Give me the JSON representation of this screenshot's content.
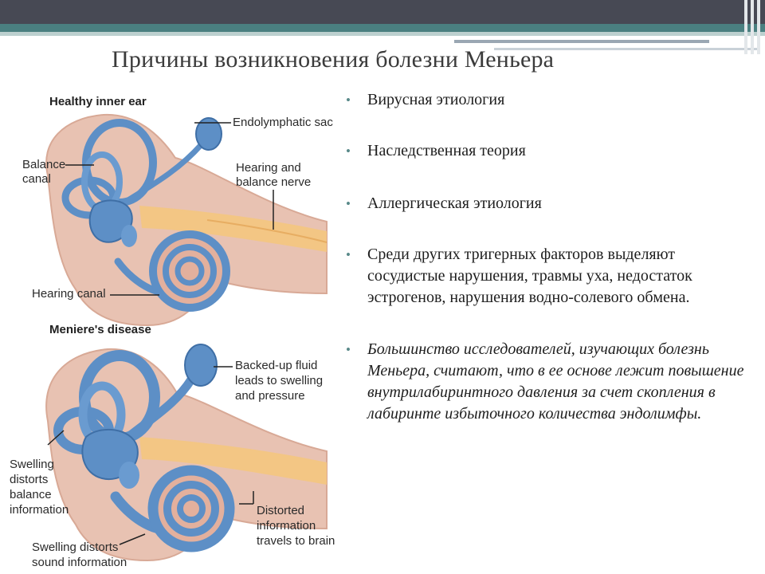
{
  "title": "Причины возникновения болезни Меньера",
  "figure": {
    "healthy_heading": "Healthy inner ear",
    "endolymphatic_sac": "Endolymphatic sac",
    "balance_canal_1": "Balance",
    "balance_canal_2": "canal",
    "nerve_1": "Hearing and",
    "nerve_2": "balance nerve",
    "hearing_canal": "Hearing canal",
    "meniere_heading": "Meniere's disease",
    "backed_up_1": "Backed-up fluid",
    "backed_up_2": "leads to swelling",
    "backed_up_3": "and pressure",
    "swell_bal_1": "Swelling",
    "swell_bal_2": "distorts",
    "swell_bal_3": "balance",
    "swell_bal_4": "information",
    "distorted_1": "Distorted",
    "distorted_2": "information",
    "distorted_3": "travels to brain",
    "swell_sound_1": "Swelling distorts",
    "swell_sound_2": "sound information"
  },
  "bullets": [
    {
      "text": "Вирусная этиология"
    },
    {
      "text": "Наследственная теория"
    },
    {
      "text": "Аллергическая этиология"
    },
    {
      "text": "Среди других тригерных факторов выделяют сосудистые нарушения, травмы уха, недостаток эстрогенов, нарушения водно-солевого обмена."
    },
    {
      "text": "Большинство исследователей, изучающих болезнь Меньера, считают, что в ее основе лежит повышение внутрилабиринтного давления за счет скопления в лабиринте избыточного количества эндолимфы."
    }
  ],
  "bullet_symbol": "•",
  "colors": {
    "topbar": "#474954",
    "accent_teal": "#4a7f80",
    "labyrinth_blue": "#5d8fc6",
    "nerve_orange": "#f2c27a",
    "bone_pink": "#e7b9a8"
  }
}
